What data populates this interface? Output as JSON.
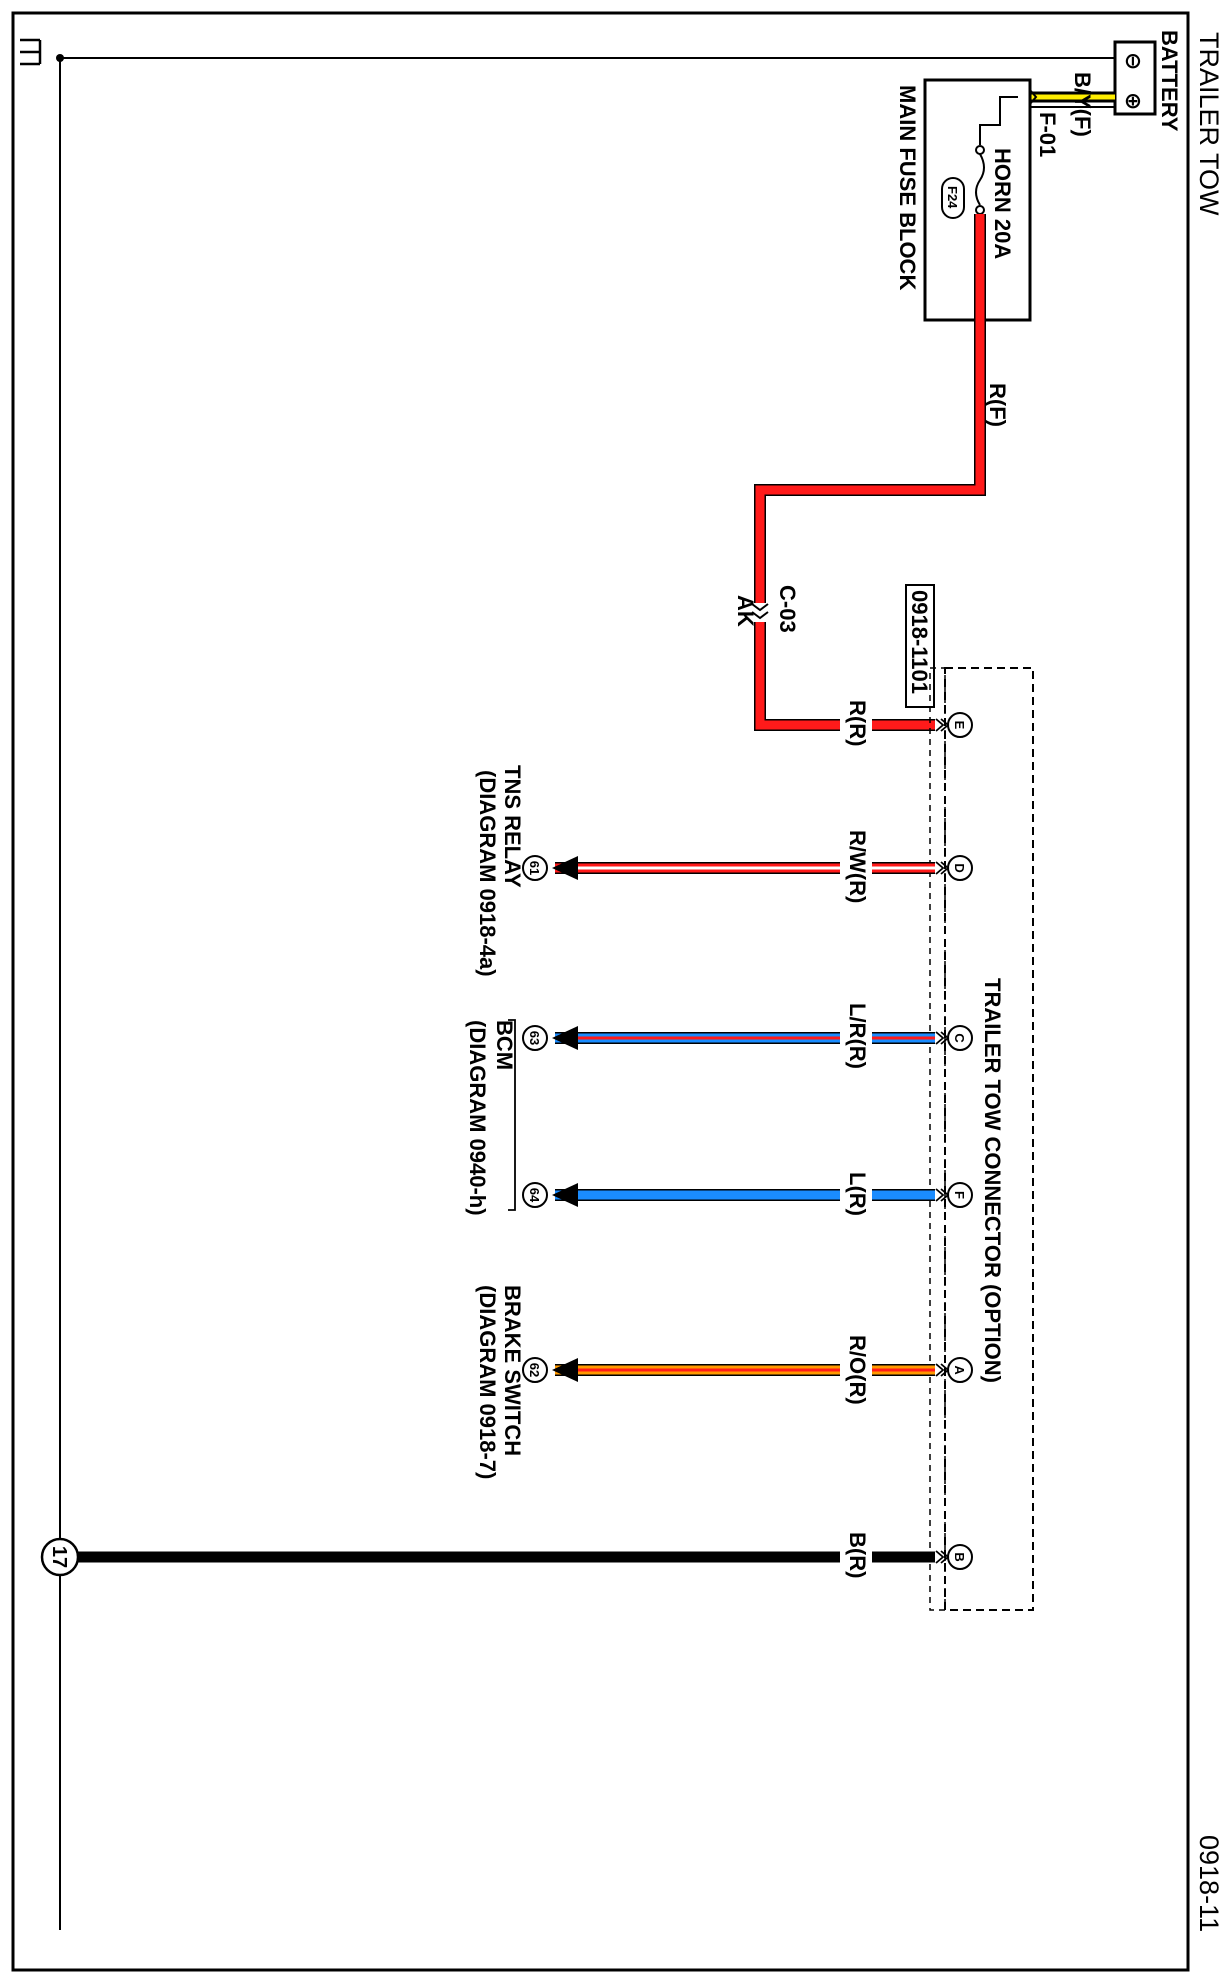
{
  "title": "TRAILER TOW",
  "page_number": "0918-11",
  "battery": {
    "label": "BATTERY",
    "neg": "⊖",
    "pos": "⊕"
  },
  "battery_wire": "B/Y(F)",
  "fuse_connector": "F-01",
  "fuse_block": {
    "label": "MAIN FUSE BLOCK",
    "fuse_name": "HORN 20A",
    "fuse_id": "F24"
  },
  "wire_rf": "R(F)",
  "splice": {
    "code": "C-03",
    "sub": "AK"
  },
  "connector": {
    "label": "TRAILER TOW CONNECTOR (OPTION)",
    "ref": "0918-1101"
  },
  "pins": {
    "E": {
      "pin": "E",
      "wire": "R(R)"
    },
    "D": {
      "pin": "D",
      "wire": "R/W(R)"
    },
    "C": {
      "pin": "C",
      "wire": "L/R(R)"
    },
    "F": {
      "pin": "F",
      "wire": "L(R)"
    },
    "A": {
      "pin": "A",
      "wire": "R/O(R)"
    },
    "B": {
      "pin": "B",
      "wire": "B(R)"
    }
  },
  "refs": {
    "r61": "61",
    "r63": "63",
    "r64": "64",
    "r62": "62",
    "g17": "17"
  },
  "tns": {
    "name": "TNS RELAY",
    "diagram": "(DIAGRAM 0918-4a)"
  },
  "bcm": {
    "name": "BCM",
    "diagram": "(DIAGRAM 0940-h)"
  },
  "brake": {
    "name": "BRAKE SWITCH",
    "diagram": "(DIAGRAM 0918-7)"
  },
  "colors": {
    "red": "#ff1a1a",
    "blue": "#1a8cff",
    "orange": "#ff9900",
    "yellow": "#ffee00",
    "black": "#000000"
  }
}
